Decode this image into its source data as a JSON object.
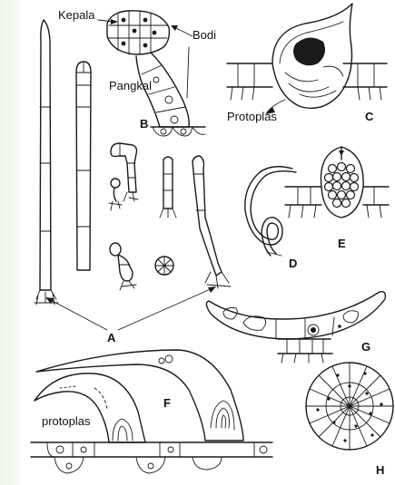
{
  "labels": {
    "kepala": "Kepala",
    "bodi": "Bodi",
    "pangkal": "Pangkal",
    "protoplas_c": "Protoplas",
    "protoplas_f": "protoplas",
    "a": "A",
    "b": "B",
    "c": "C",
    "d": "D",
    "e": "E",
    "f": "F",
    "g": "G",
    "h": "H"
  },
  "colors": {
    "ink": "#1a1a1a",
    "background": "#ffffff",
    "left_margin_tint": "#eaf5e6"
  }
}
